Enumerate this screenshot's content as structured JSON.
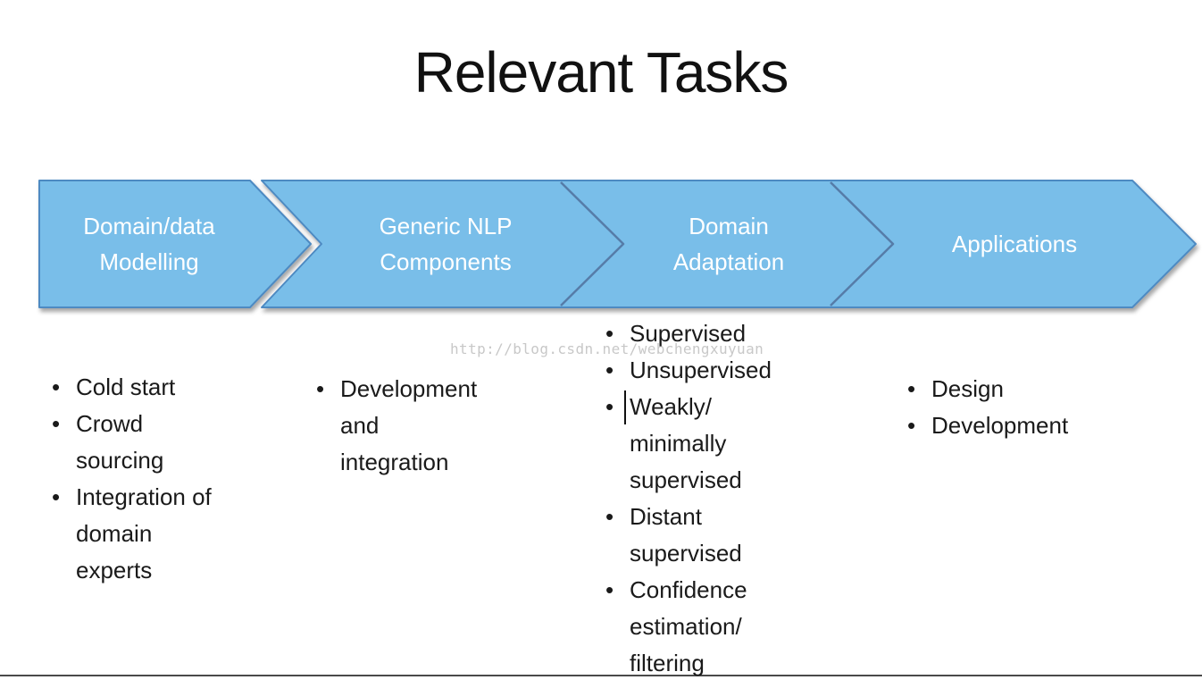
{
  "slide": {
    "title": "Relevant Tasks",
    "watermark": "http://blog.csdn.net/webchengxuyuan"
  },
  "colors": {
    "shape-fill": "#79BEE9",
    "shape-border": "#4E8AC2",
    "divider": "#567CA8",
    "shape-text": "#FFFFFF",
    "body-text": "#1A1A1A",
    "watermark": "#C8C8C8",
    "bottom-rule": "#4A4A4A"
  },
  "process": {
    "steps": [
      {
        "label": "Domain/data Modelling",
        "bullets": [
          "Cold start",
          "Crowd sourcing",
          "Integration of domain experts"
        ]
      },
      {
        "label": "Generic NLP Components",
        "bullets": [
          "Development and integration"
        ]
      },
      {
        "label": "Domain Adaptation",
        "bullets": [
          "Supervised",
          "Unsupervised",
          "Weakly/ minimally supervised",
          "Distant supervised",
          "Confidence estimation/ filtering"
        ]
      },
      {
        "label": "Applications",
        "bullets": [
          "Design",
          "Development"
        ]
      }
    ]
  }
}
